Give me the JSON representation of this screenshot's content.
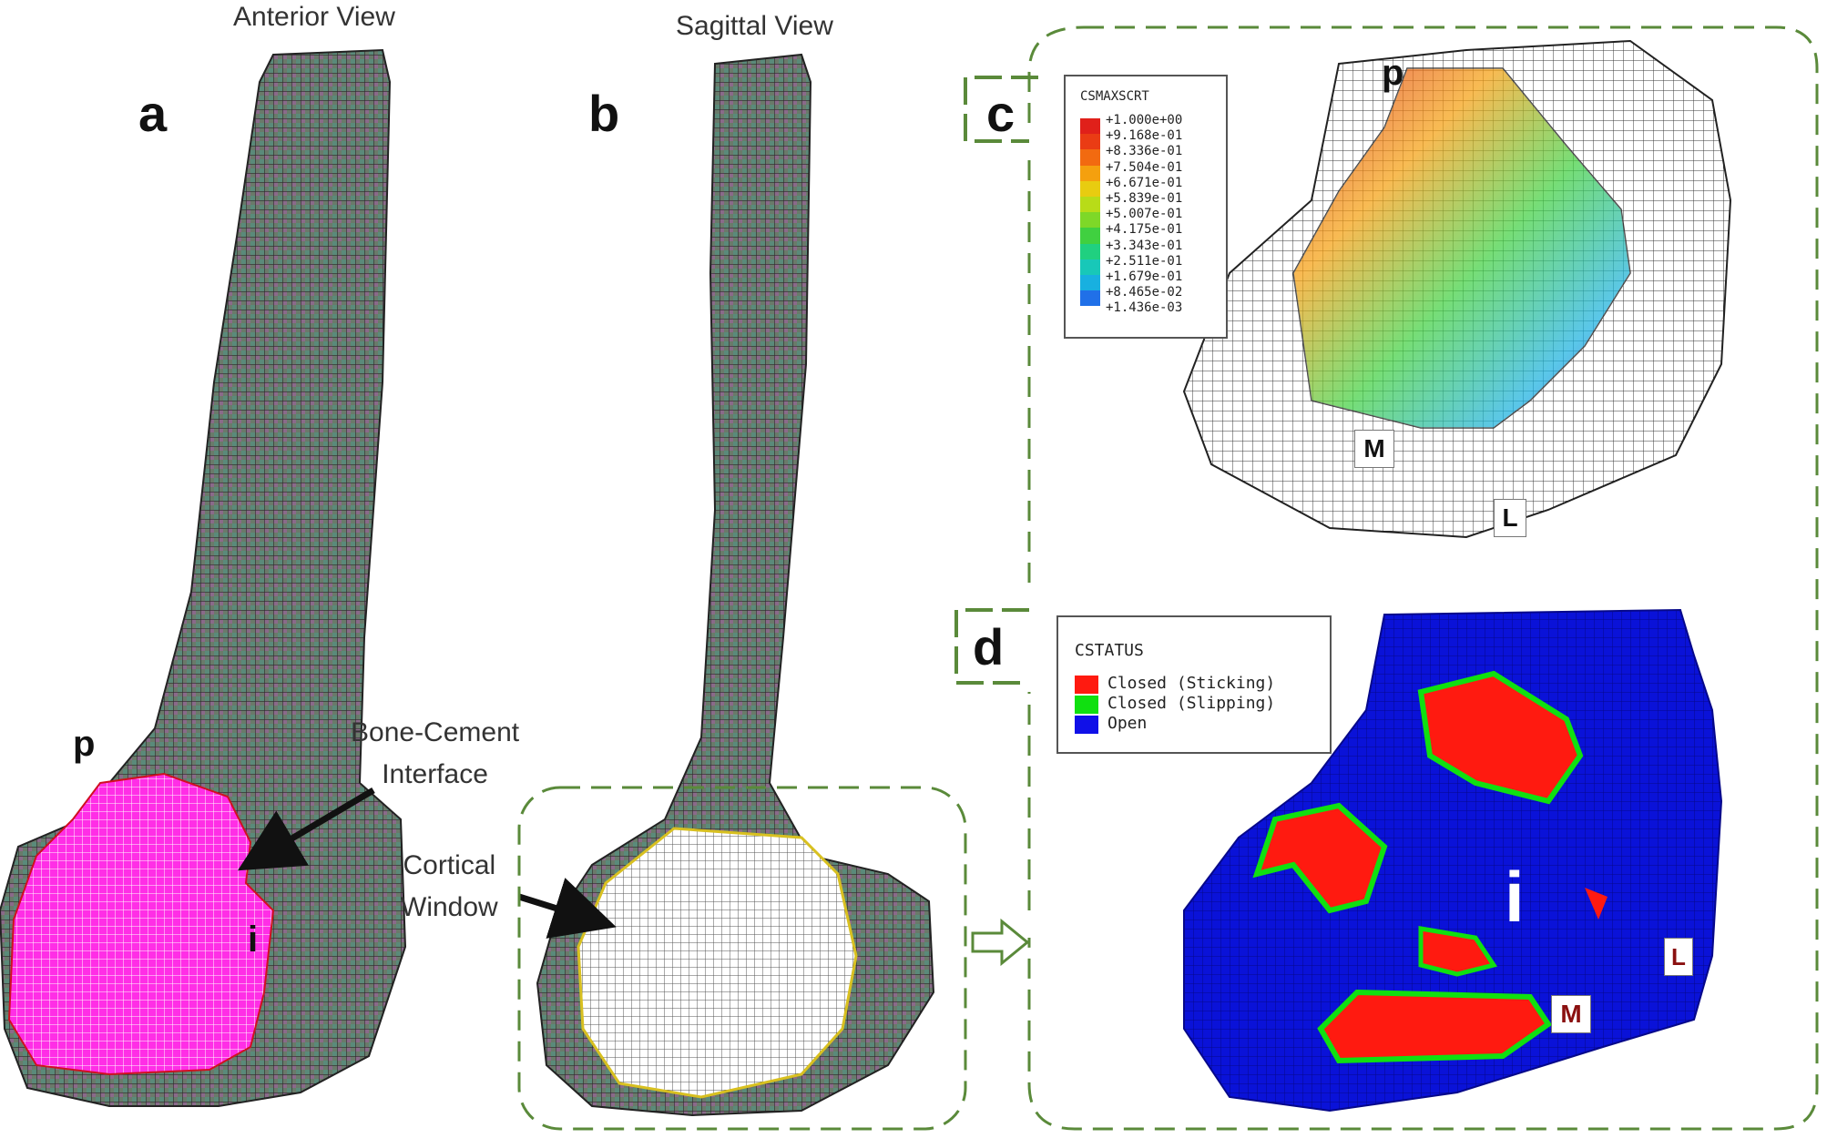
{
  "panels": {
    "a": {
      "letter": "a",
      "view_title": "Anterior View",
      "region_p": "p",
      "region_i": "i",
      "annotation": "Bone-Cement\nInterface"
    },
    "b": {
      "letter": "b",
      "view_title": "Sagittal View",
      "annotation": "Cortical\nWindow"
    },
    "c": {
      "letter": "c",
      "region_p": "p",
      "label_m": "M",
      "label_l": "L"
    },
    "d": {
      "letter": "d",
      "region_i": "i",
      "label_m": "M",
      "label_l": "L"
    }
  },
  "legend_c": {
    "title": "CSMAXSCRT",
    "entries": [
      {
        "value": "+1.000e+00",
        "color": "#e0201a"
      },
      {
        "value": "+9.168e-01",
        "color": "#ea3c14"
      },
      {
        "value": "+8.336e-01",
        "color": "#f26a10"
      },
      {
        "value": "+7.504e-01",
        "color": "#f5a00e"
      },
      {
        "value": "+6.671e-01",
        "color": "#e8cc10"
      },
      {
        "value": "+5.839e-01",
        "color": "#b8dc18"
      },
      {
        "value": "+5.007e-01",
        "color": "#7ed828"
      },
      {
        "value": "+4.175e-01",
        "color": "#40d040"
      },
      {
        "value": "+3.343e-01",
        "color": "#20d080"
      },
      {
        "value": "+2.511e-01",
        "color": "#18c8b8"
      },
      {
        "value": "+1.679e-01",
        "color": "#18b0e0"
      },
      {
        "value": "+8.465e-02",
        "color": "#2070e8"
      },
      {
        "value": "+1.436e-03",
        "color": "#2030d8"
      }
    ]
  },
  "legend_d": {
    "title": "CSTATUS",
    "entries": [
      {
        "label": "Closed (Sticking)",
        "color": "#ff1a10"
      },
      {
        "label": "Closed (Slipping)",
        "color": "#10e010"
      },
      {
        "label": "Open",
        "color": "#1010e8"
      }
    ]
  },
  "colors": {
    "cement": "#ff20e0",
    "window": "#c8c8c8",
    "open": "#0a10d8",
    "dashed_frame": "#5a8a3a"
  }
}
